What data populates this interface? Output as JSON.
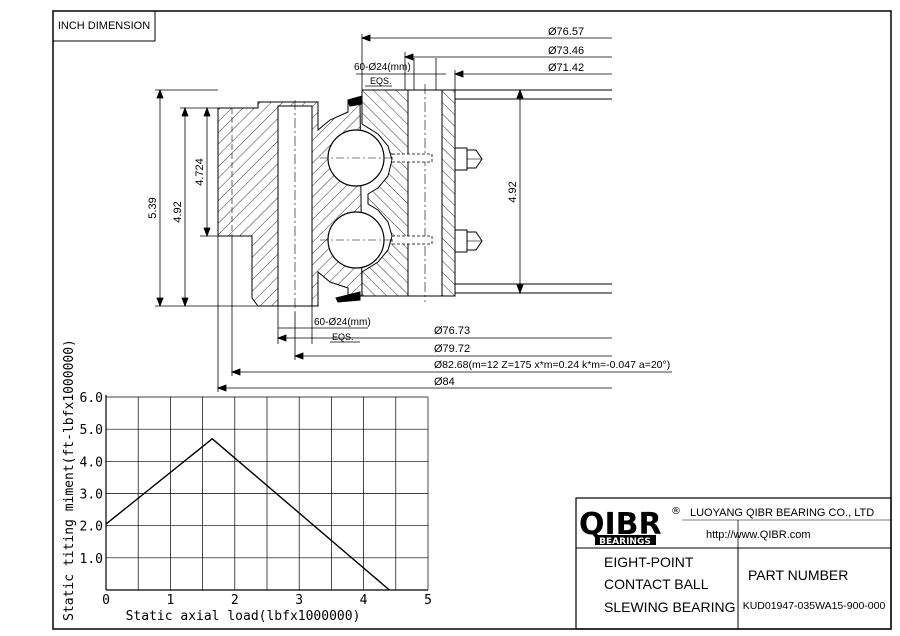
{
  "unit_label": "INCH DIMENSION",
  "dimensions": {
    "d1": "Ø76.57",
    "d2": "Ø73.46",
    "d3": "Ø71.42",
    "holes_top": "60-Ø24(mm)",
    "eqs_top": "EQS.",
    "h_539": "5.39",
    "h_492_left": "4.92",
    "h_4724": "4.724",
    "h_492_right": "4.92",
    "holes_bottom": "60-Ø24(mm)",
    "eqs_bottom": "EQS.",
    "d4": "Ø76.73",
    "d5": "Ø79.72",
    "gear": "Ø82.68(m=12 Z=175 x*m=0.24 k*m=-0.047 a=20°)",
    "d6": "Ø84"
  },
  "chart_data": {
    "type": "line",
    "xlabel": "Static axial load(lbfx1000000)",
    "ylabel": "Static titing miment(ft-lbfx1000000)",
    "xlim": [
      0,
      5
    ],
    "ylim": [
      0,
      6
    ],
    "x_ticks": [
      "0",
      "1",
      "2",
      "3",
      "4",
      "5"
    ],
    "y_ticks": [
      "1.0",
      "2.0",
      "3.0",
      "4.0",
      "5.0",
      "6.0"
    ],
    "grid": true,
    "series": [
      {
        "x": [
          0,
          1.65,
          4.4
        ],
        "y": [
          2.05,
          4.7,
          0
        ]
      }
    ]
  },
  "title_block": {
    "logo": "QIBR",
    "logo_sub": "BEARINGS",
    "registered": "®",
    "company": "LUOYANG QIBR BEARING CO., LTD",
    "website": "http://www.QIBR.com",
    "desc_line1": "EIGHT-POINT",
    "desc_line2": "CONTACT BALL",
    "desc_line3": "SLEWING BEARING",
    "part_label": "PART  NUMBER",
    "part_number": "KUD01947-035WA15-900-000"
  }
}
